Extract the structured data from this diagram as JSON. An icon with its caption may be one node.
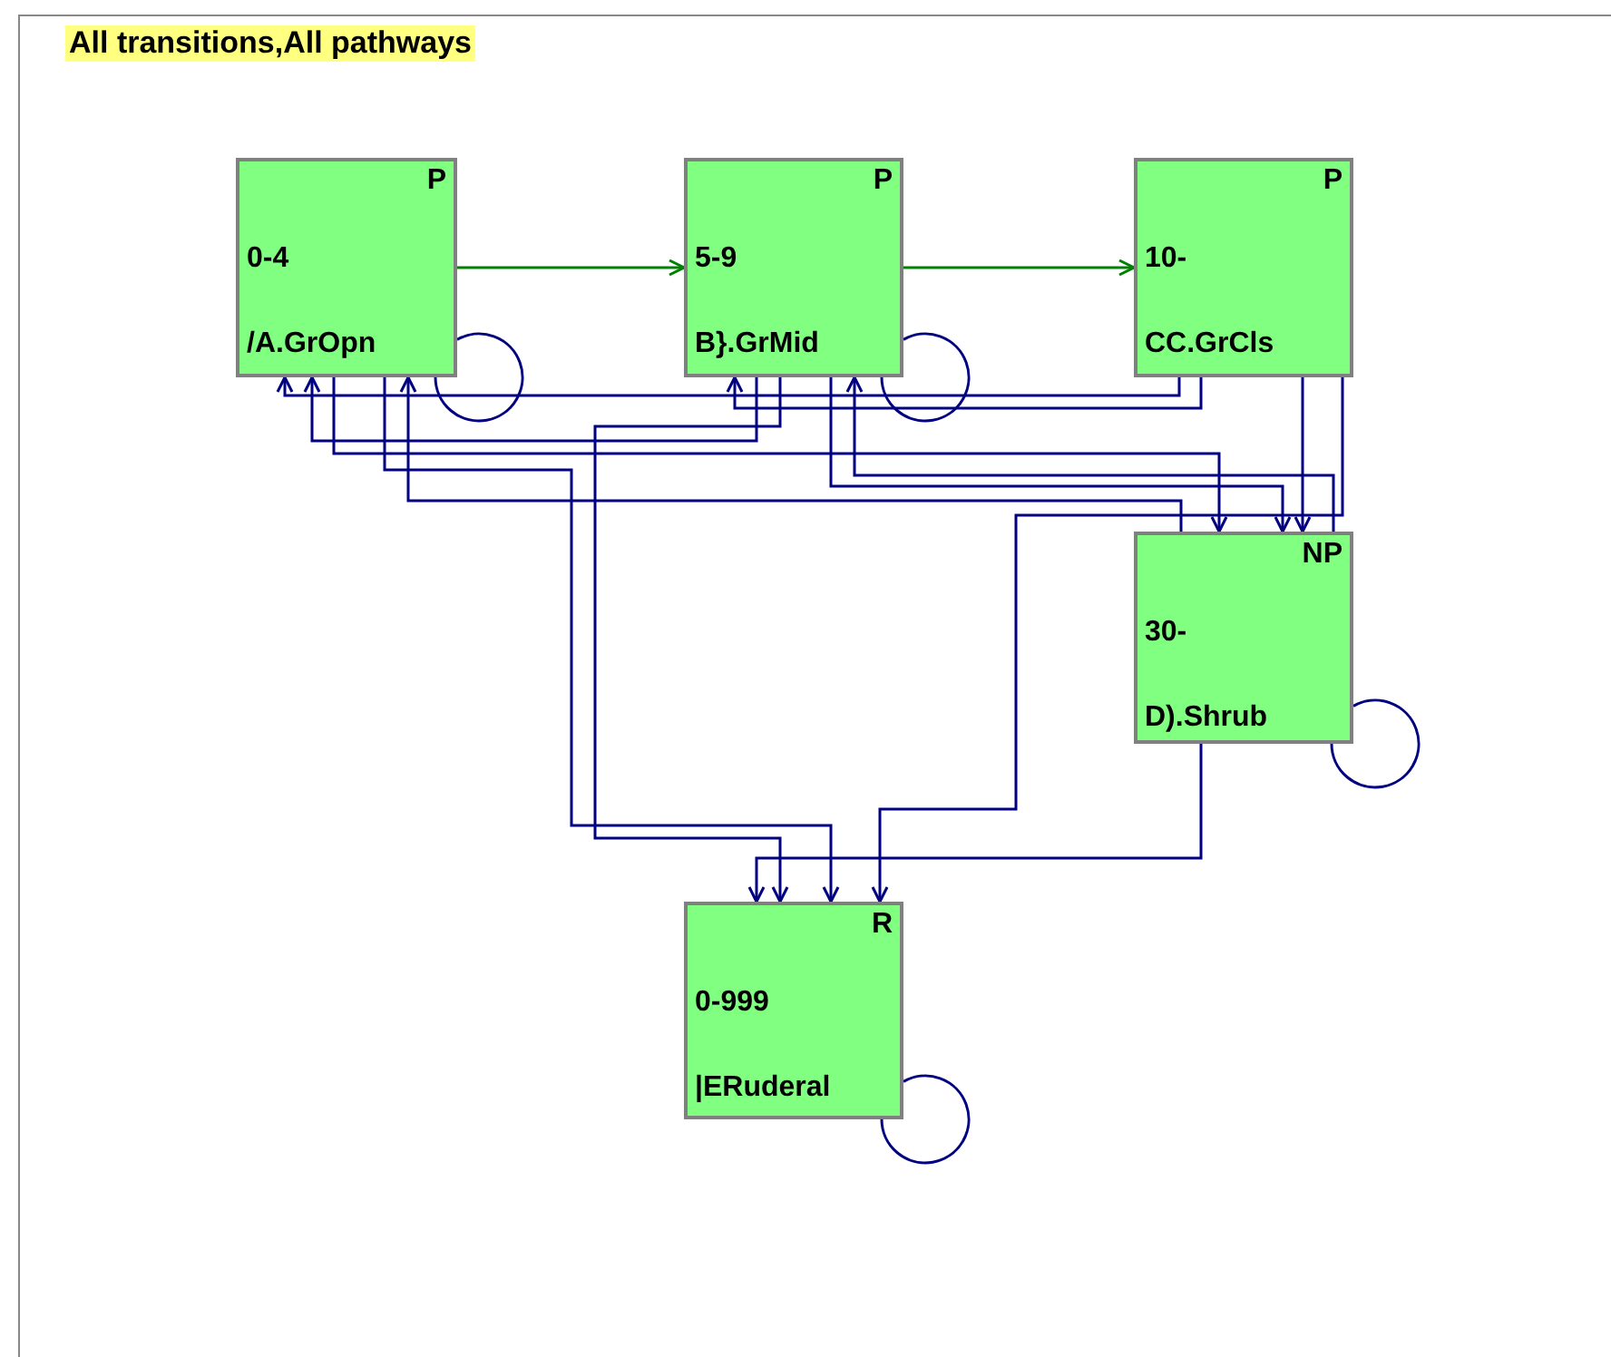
{
  "diagram": {
    "title": "All transitions,All pathways",
    "nodes": [
      {
        "text": [
          "P",
          "0-4",
          "/A.GrOpn"
        ]
      },
      {
        "text": [
          "P",
          "5-9",
          "B}.GrMid"
        ]
      },
      {
        "text": [
          "P",
          "10-",
          "CC.GrCls"
        ]
      },
      {
        "text": [
          "NP",
          "30-",
          "D).Shrub"
        ]
      },
      {
        "text": [
          "R",
          "0-999",
          "|ERuderal"
        ]
      }
    ],
    "edges": [
      {
        "from": 0,
        "to": 1,
        "arrow": "to",
        "color": "#008000"
      },
      {
        "from": 1,
        "to": 2,
        "arrow": "to",
        "color": "#008000"
      },
      {
        "from": 0,
        "to": 0,
        "arrow": "none"
      },
      {
        "from": 1,
        "to": 1,
        "arrow": "none"
      },
      {
        "from": 3,
        "to": 3,
        "arrow": "none"
      },
      {
        "from": 4,
        "to": 4,
        "arrow": "none"
      },
      {
        "from": 2,
        "to": 0,
        "arrow": "to"
      },
      {
        "from": 1,
        "to": 0,
        "arrow": "to"
      },
      {
        "from": 3,
        "to": 0,
        "arrow": "to"
      },
      {
        "from": 2,
        "to": 1,
        "arrow": "to"
      },
      {
        "from": 0,
        "to": 3,
        "arrow": "to"
      },
      {
        "from": 1,
        "to": 3,
        "arrow": "to"
      },
      {
        "from": 2,
        "to": 3,
        "arrow": "to"
      },
      {
        "from": 3,
        "to": 1,
        "arrow": "to"
      },
      {
        "from": 0,
        "to": 4,
        "arrow": "to"
      },
      {
        "from": 1,
        "to": 4,
        "arrow": "to"
      },
      {
        "from": 2,
        "to": 4,
        "arrow": "to"
      },
      {
        "from": 3,
        "to": 4,
        "arrow": "to"
      }
    ]
  }
}
